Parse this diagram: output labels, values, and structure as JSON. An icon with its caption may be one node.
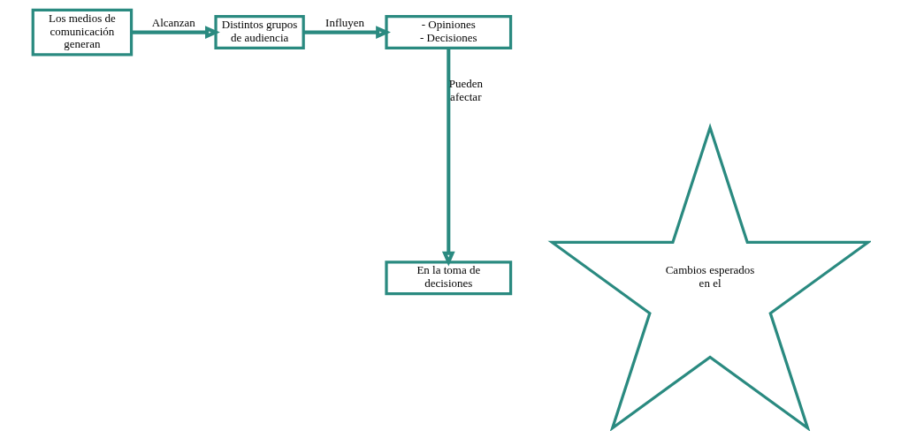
{
  "diagram": {
    "nodes": [
      {
        "text": [
          "Los medios de comunicación generan"
        ]
      },
      {
        "text": [
          "Distintos grupos de audiencia"
        ]
      },
      {
        "text": [
          "- Opiniones",
          "- Decisiones"
        ]
      },
      {
        "text": [
          "En la toma de decisiones"
        ]
      },
      {
        "text": [
          "Cambios esperados en el"
        ]
      }
    ],
    "edges": [
      {
        "from": 0,
        "to": 1,
        "arrow": "to",
        "label": "Alcanzan"
      },
      {
        "from": 1,
        "to": 2,
        "arrow": "to",
        "label": "Influyen"
      },
      {
        "from": 2,
        "to": 3,
        "arrow": "to",
        "label": "Pueden afectar"
      }
    ]
  }
}
